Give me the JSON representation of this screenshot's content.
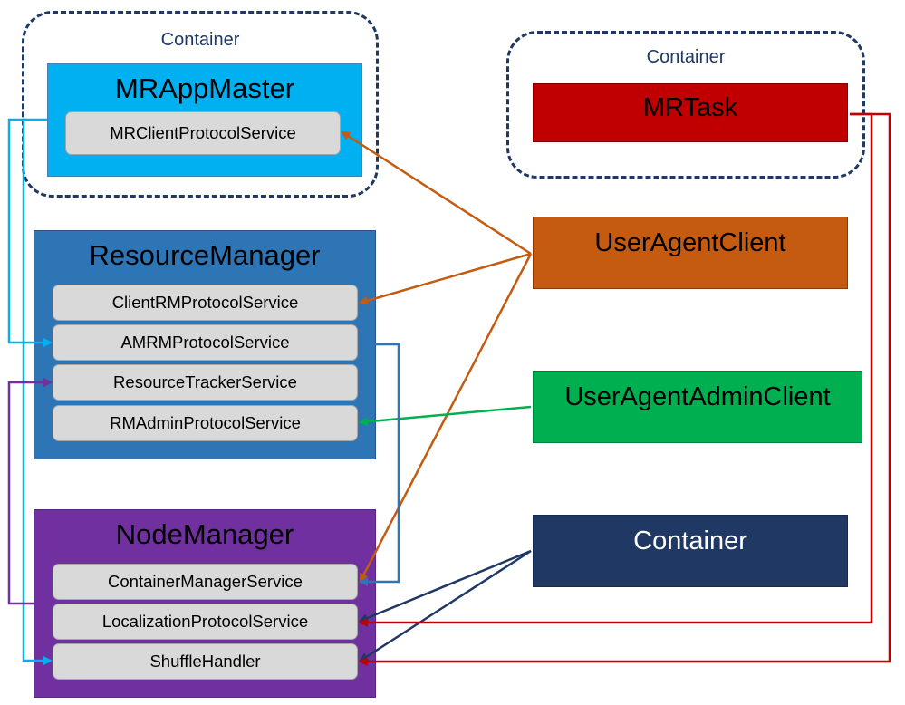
{
  "colors": {
    "mrappmaster": "#00b0f0",
    "resourcemanager": "#2e75b6",
    "nodemanager": "#7030a0",
    "mrtask": "#c00000",
    "useragentclient": "#c55a11",
    "useragentadminclient": "#00b050",
    "container_box": "#1f3864",
    "service": "#d9d9d9",
    "dashed_border": "#1f3864"
  },
  "containers": {
    "left_label": "Container",
    "right_label": "Container"
  },
  "mrappmaster": {
    "title": "MRAppMaster",
    "services": [
      "MRClientProtocolService"
    ]
  },
  "resourcemanager": {
    "title": "ResourceManager",
    "services": [
      "ClientRMProtocolService",
      "AMRMProtocolService",
      "ResourceTrackerService",
      "RMAdminProtocolService"
    ]
  },
  "nodemanager": {
    "title": "NodeManager",
    "services": [
      "ContainerManagerService",
      "LocalizationProtocolService",
      "ShuffleHandler"
    ]
  },
  "mrtask": {
    "title": "MRTask"
  },
  "useragentclient": {
    "title": "UserAgentClient"
  },
  "useragentadminclient": {
    "title": "UserAgentAdminClient"
  },
  "container_box": {
    "title": "Container"
  }
}
